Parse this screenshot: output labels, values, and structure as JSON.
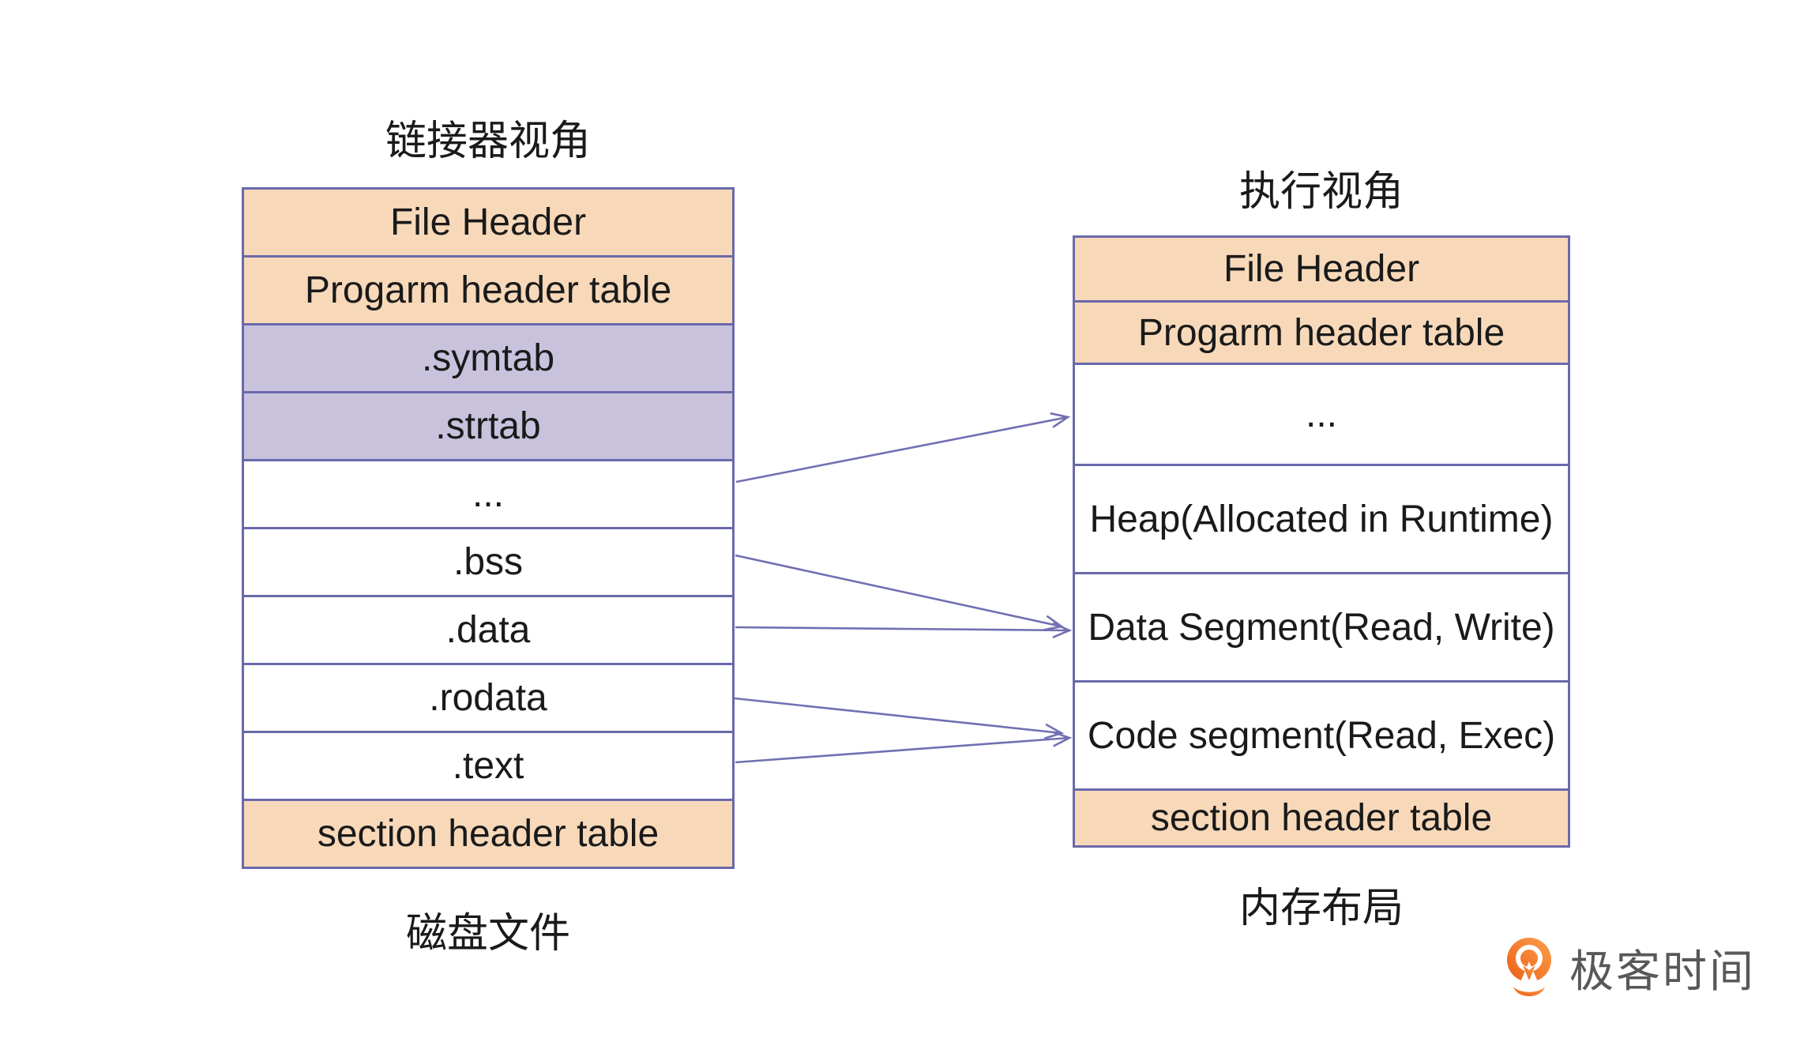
{
  "colors": {
    "background": "#ffffff",
    "row_orange": "#f7d9ba",
    "row_purple": "#c9c2dd",
    "box_border": "#6a69ab",
    "arrow": "#7170b2",
    "text": "#1a1a1a",
    "logo_orange_light": "#f9a14d",
    "logo_orange_dark": "#ee5d15",
    "logo_text": "#595757"
  },
  "left_stack": {
    "title": "链接器视角",
    "caption": "磁盘文件",
    "rows": [
      {
        "label": "File Header",
        "fill": "orange"
      },
      {
        "label": "Progarm header table",
        "fill": "orange"
      },
      {
        "label": ".symtab",
        "fill": "purple"
      },
      {
        "label": ".strtab",
        "fill": "purple"
      },
      {
        "label": "...",
        "fill": "white"
      },
      {
        "label": ".bss",
        "fill": "white"
      },
      {
        "label": ".data",
        "fill": "white"
      },
      {
        "label": ".rodata",
        "fill": "white"
      },
      {
        "label": ".text",
        "fill": "white"
      },
      {
        "label": "section header table",
        "fill": "orange"
      }
    ]
  },
  "right_stack": {
    "title": "执行视角",
    "caption": "内存布局",
    "rows": [
      {
        "label": "File Header",
        "fill": "orange"
      },
      {
        "label": "Progarm header table",
        "fill": "orange"
      },
      {
        "label": "...",
        "fill": "white"
      },
      {
        "label": "Heap(Allocated in Runtime)",
        "fill": "white"
      },
      {
        "label": "Data Segment(Read, Write)",
        "fill": "white"
      },
      {
        "label": "Code segment(Read, Exec)",
        "fill": "white"
      },
      {
        "label": "section header table",
        "fill": "orange"
      }
    ]
  },
  "arrows": [
    {
      "from": "...",
      "to": "..."
    },
    {
      "from": ".bss",
      "to": "Data Segment(Read, Write)"
    },
    {
      "from": ".data",
      "to": "Data Segment(Read, Write)"
    },
    {
      "from": ".rodata",
      "to": "Code segment(Read, Exec)"
    },
    {
      "from": ".text",
      "to": "Code segment(Read, Exec)"
    }
  ],
  "logo": {
    "text": "极客时间"
  }
}
